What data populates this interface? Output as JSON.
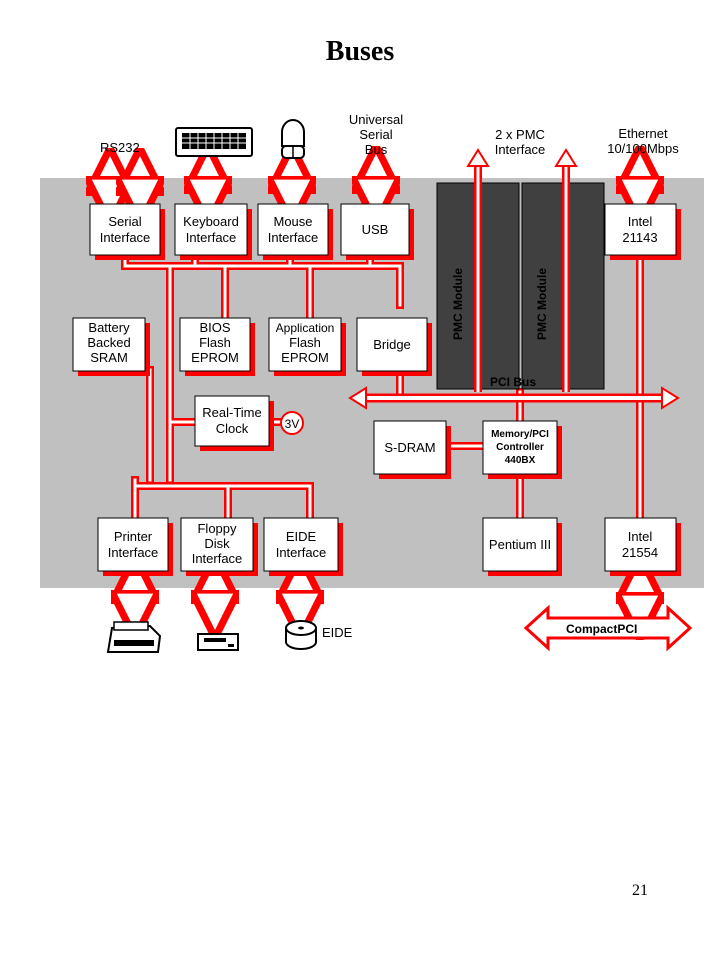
{
  "title": "Buses",
  "page_number": "21",
  "colors": {
    "board": "#c0c0c0",
    "bus": "#ff0000",
    "shadow": "#ff0000",
    "module": "#404040"
  },
  "labels": {
    "rs232": "RS232",
    "usb_ext": [
      "Universal",
      "Serial",
      "Bus"
    ],
    "pmc_ext": [
      "2 x PMC",
      "Interface"
    ],
    "eth_ext": [
      "Ethernet",
      "10/100Mbps"
    ],
    "pci_bus": "PCI Bus",
    "compact_pci": "CompactPCI",
    "eide_ext": "EIDE",
    "battery_3v": "3V",
    "pmc_module": "PMC Module"
  },
  "blocks": {
    "serial": [
      "Serial",
      "Interface"
    ],
    "keyboard": [
      "Keyboard",
      "Interface"
    ],
    "mouse": [
      "Mouse",
      "Interface"
    ],
    "usb": [
      "USB"
    ],
    "intel21143": [
      "Intel",
      "21143"
    ],
    "battery": [
      "Battery",
      "Backed",
      "SRAM"
    ],
    "bios": [
      "BIOS",
      "Flash",
      "EPROM"
    ],
    "appflash": [
      "Application",
      "Flash",
      "EPROM"
    ],
    "bridge": [
      "Bridge"
    ],
    "rtc": [
      "Real-Time",
      "Clock"
    ],
    "sdram": [
      "S-DRAM"
    ],
    "memctrl": [
      "Memory/PCI",
      "Controller",
      "440BX"
    ],
    "printer": [
      "Printer",
      "Interface"
    ],
    "floppy": [
      "Floppy",
      "Disk",
      "Interface"
    ],
    "eide": [
      "EIDE",
      "Interface"
    ],
    "pentium": [
      "Pentium III"
    ],
    "intel21554": [
      "Intel",
      "21554"
    ]
  },
  "icons": [
    "keyboard-icon",
    "mouse-icon",
    "printer-icon",
    "floppy-drive-icon",
    "hard-disk-icon"
  ]
}
